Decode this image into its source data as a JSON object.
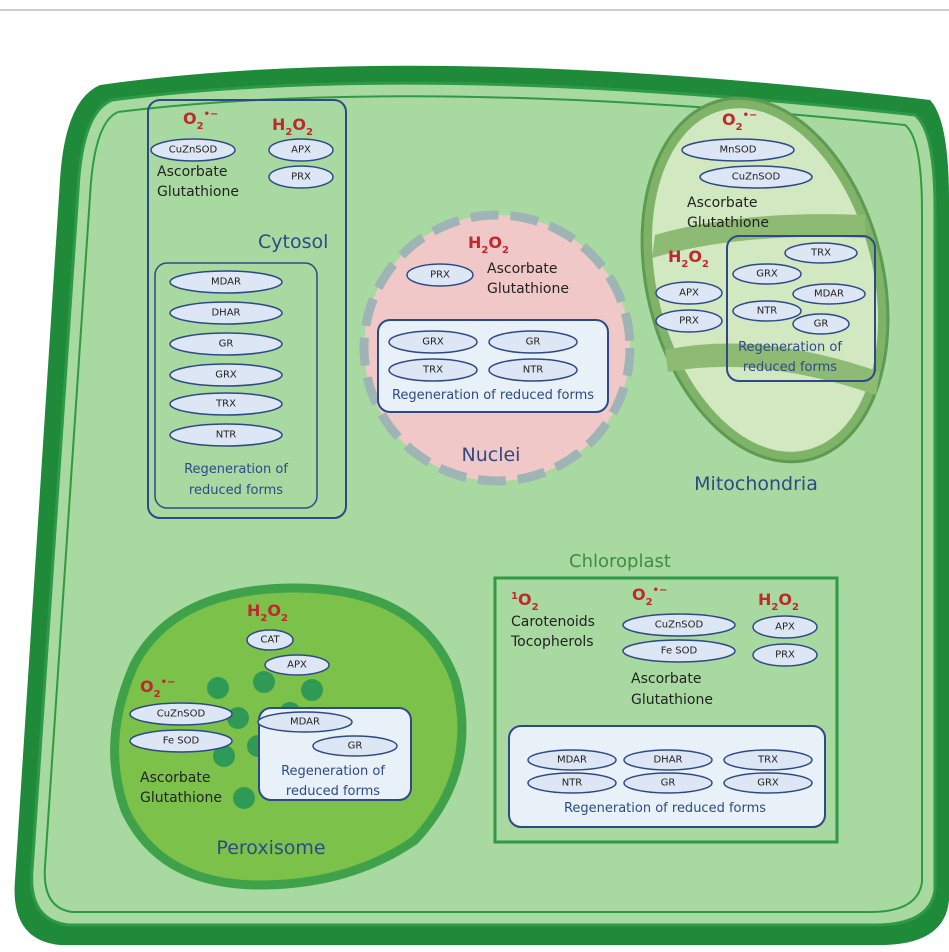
{
  "compartments": {
    "cytosol": {
      "title": "Cytosol",
      "ros_o2": "O",
      "ros_h2o2": "H",
      "enzymes_main": [
        "CuZnSOD",
        "APX",
        "PRX"
      ],
      "antioxidants": [
        "Ascorbate",
        "Glutathione"
      ],
      "regen_enzymes": [
        "MDAR",
        "DHAR",
        "GR",
        "GRX",
        "TRX",
        "NTR"
      ],
      "regen_label": [
        "Regeneration of",
        "reduced forms"
      ]
    },
    "nuclei": {
      "title": "Nuclei",
      "enzymes_main": [
        "PRX"
      ],
      "antioxidants": [
        "Ascorbate",
        "Glutathione"
      ],
      "regen_enzymes": [
        "GRX",
        "GR",
        "TRX",
        "NTR"
      ],
      "regen_label": "Regeneration of reduced forms"
    },
    "mitochondria": {
      "title": "Mitochondria",
      "enzymes_main": [
        "MnSOD",
        "CuZnSOD",
        "APX",
        "PRX"
      ],
      "antioxidants": [
        "Ascorbate",
        "Glutathione"
      ],
      "regen_enzymes": [
        "TRX",
        "GRX",
        "MDAR",
        "NTR",
        "GR"
      ],
      "regen_label": [
        "Regeneration of",
        "reduced forms"
      ]
    },
    "chloroplast": {
      "title": "Chloroplast",
      "singlet_antioxidants": [
        "Carotenoids",
        "Tocopherols"
      ],
      "enzymes_main": [
        "CuZnSOD",
        "Fe SOD",
        "APX",
        "PRX"
      ],
      "antioxidants": [
        "Ascorbate",
        "Glutathione"
      ],
      "regen_enzymes": [
        "MDAR",
        "DHAR",
        "TRX",
        "NTR",
        "GR",
        "GRX"
      ],
      "regen_label": "Regeneration of reduced forms"
    },
    "peroxisome": {
      "title": "Peroxisome",
      "enzymes_main": [
        "CAT",
        "APX",
        "CuZnSOD",
        "Fe SOD"
      ],
      "antioxidants": [
        "Ascorbate",
        "Glutathione"
      ],
      "regen_enzymes": [
        "MDAR",
        "GR"
      ],
      "regen_label": [
        "Regeneration of",
        "reduced forms"
      ]
    }
  },
  "colors": {
    "cell_wall": "#1f8a3a",
    "cytoplasm": "#a8d9a0",
    "membrane": "#3e9e4f",
    "box_border": "#2e4a86",
    "ros_text": "#c0282d",
    "nucleus_fill": "#f0c8c8",
    "peroxisome_fill": "#7cc24a"
  }
}
